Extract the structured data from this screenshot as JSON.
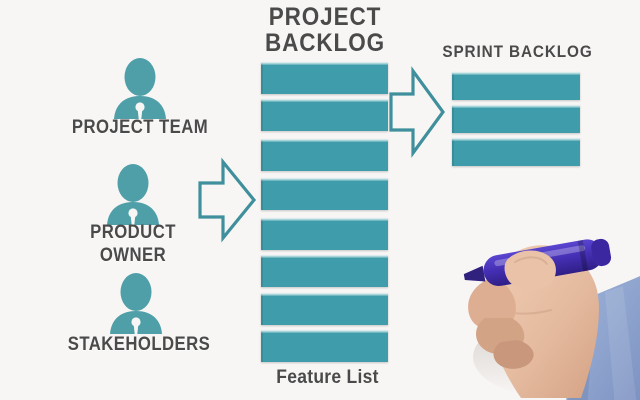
{
  "scene": {
    "background_color": "#f8f6f5",
    "accent_color": "#3f9dab",
    "text_color": "#4a4a4a",
    "marker_color": "#4530b5",
    "sleeve_color": "#8fa6d4",
    "skin_color": "#e8bfa4"
  },
  "headings": {
    "project_backlog_line1": "PROJECT",
    "project_backlog_line2": "BACKLOG",
    "sprint_backlog": "SPRINT  BACKLOG"
  },
  "roles": [
    {
      "label": "PROJECT TEAM",
      "icon": "person-silhouette-icon"
    },
    {
      "label_line1": "PRODUCT",
      "label_line2": "OWNER",
      "icon": "person-silhouette-icon"
    },
    {
      "label": "STAKEHOLDERS",
      "icon": "person-silhouette-icon"
    }
  ],
  "project_backlog": {
    "item_count": 8,
    "items": [
      "",
      "",
      "",
      "",
      "",
      "",
      "",
      ""
    ],
    "caption": "Feature List"
  },
  "sprint_backlog": {
    "item_count": 3,
    "items": [
      "",
      "",
      ""
    ]
  },
  "arrows": [
    {
      "name": "arrow-roles-to-project-backlog",
      "direction": "right"
    },
    {
      "name": "arrow-project-to-sprint-backlog",
      "direction": "right"
    }
  ],
  "hand": {
    "description": "hand-holding-marker",
    "marker": "blue-marker-icon",
    "sleeve": "shirt-cuff"
  }
}
